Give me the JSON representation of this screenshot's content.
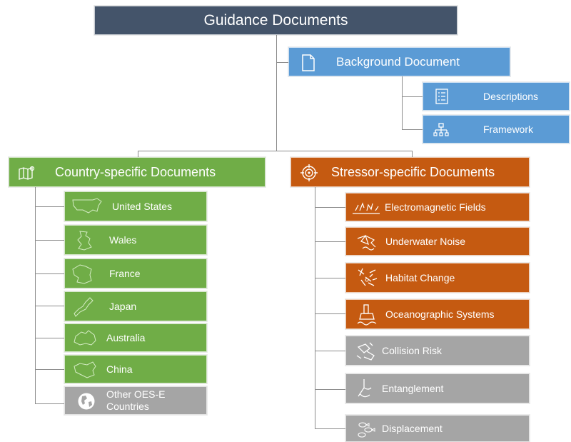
{
  "title": "Guidance Documents",
  "background": {
    "label": "Background Document",
    "children": [
      {
        "label": "Descriptions",
        "icon": "list-icon"
      },
      {
        "label": "Framework",
        "icon": "hierarchy-icon"
      }
    ]
  },
  "country": {
    "label": "Country-specific Documents",
    "icon": "map-icon",
    "items": [
      {
        "label": "United States",
        "icon": "united-states-outline-icon"
      },
      {
        "label": "Wales",
        "icon": "wales-outline-icon"
      },
      {
        "label": "France",
        "icon": "france-outline-icon"
      },
      {
        "label": "Japan",
        "icon": "japan-outline-icon"
      },
      {
        "label": "Australia",
        "icon": "australia-outline-icon"
      },
      {
        "label": "China",
        "icon": "china-outline-icon"
      },
      {
        "label": "Other OES-E Countries",
        "icon": "globe-icon"
      }
    ]
  },
  "stressor": {
    "label": "Stressor-specific Documents",
    "icon": "target-icon",
    "items": [
      {
        "label": "Electromagnetic Fields",
        "icon": "electromagnetic-icon"
      },
      {
        "label": "Underwater Noise",
        "icon": "noise-icon"
      },
      {
        "label": "Habitat Change",
        "icon": "habitat-icon"
      },
      {
        "label": "Oceanographic Systems",
        "icon": "buoy-icon"
      },
      {
        "label": "Collision Risk",
        "icon": "collision-icon"
      },
      {
        "label": "Entanglement",
        "icon": "entanglement-icon"
      },
      {
        "label": "Displacement",
        "icon": "displacement-icon"
      }
    ]
  },
  "colors": {
    "title": "#44546a",
    "background": "#5b9bd5",
    "country": "#70ad47",
    "stressor": "#c55a11",
    "inactive": "#a5a5a5",
    "connector": "#8c8c8c"
  }
}
